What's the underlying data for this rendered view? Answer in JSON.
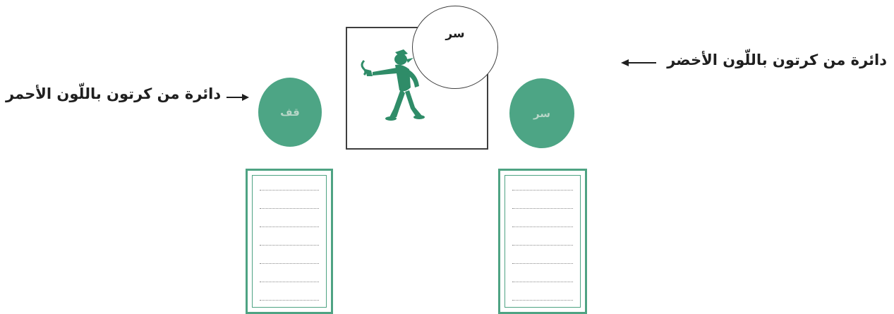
{
  "labels": {
    "green_circle": "دائرة من كرتون باللّون الأخضر",
    "red_circle": "دائرة من كرتون باللّون الأحمر"
  },
  "signs": {
    "stop": "قف",
    "go": "سر"
  },
  "speech_bubble": {
    "text": "سر"
  },
  "colors": {
    "green_fill": "#4da585",
    "sheet_border": "#4ea383",
    "figure": "#2f8c68"
  }
}
